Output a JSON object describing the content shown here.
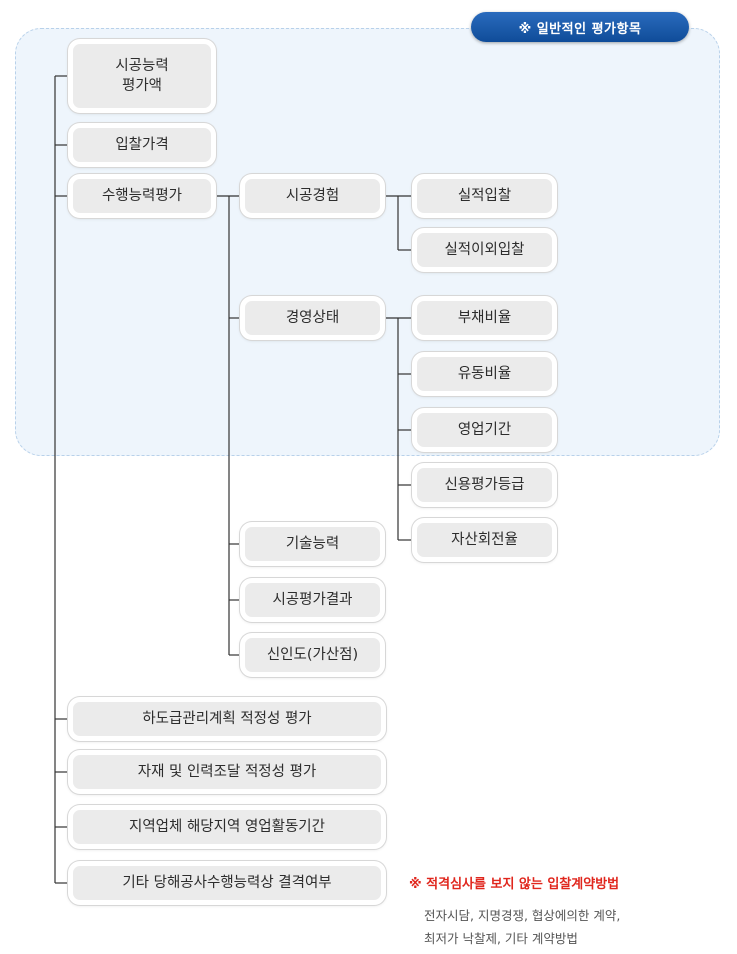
{
  "header_pill": "※ 일반적인 평가항목",
  "nodes": {
    "construction_capacity": "시공능력\n평가액",
    "bid_price": "입찰가격",
    "performance_eval": "수행능력평가",
    "construction_experience": "시공경험",
    "record_bid": "실적입찰",
    "non_record_bid": "실적이외입찰",
    "management_status": "경영상태",
    "debt_ratio": "부채비율",
    "liquidity_ratio": "유동비율",
    "business_period": "영업기간",
    "credit_rating": "신용평가등급",
    "capital_turnover": "자산회전율",
    "technical_capability": "기술능력",
    "construction_eval_result": "시공평가결과",
    "credibility": "신인도(가산점)",
    "subcontract_plan": "하도급관리계획 적정성 평가",
    "material_labor": "자재 및 인력조달 적정성 평가",
    "local_business": "지역업체 해당지역 영업활동기간",
    "other_disqualification": "기타 당해공사수행능력상 결격여부"
  },
  "note": {
    "title": "※ 적격심사를 보지 않는 입찰계약방법",
    "line1": "전자시담, 지명경쟁, 협상에의한 계약,",
    "line2": "최저가 낙찰제, 기타 계약방법"
  },
  "colors": {
    "region_fill": "#eef5fc",
    "pill_fill": "#1757a7",
    "note_red": "#e0261d",
    "node_fill": "#ebebeb"
  }
}
